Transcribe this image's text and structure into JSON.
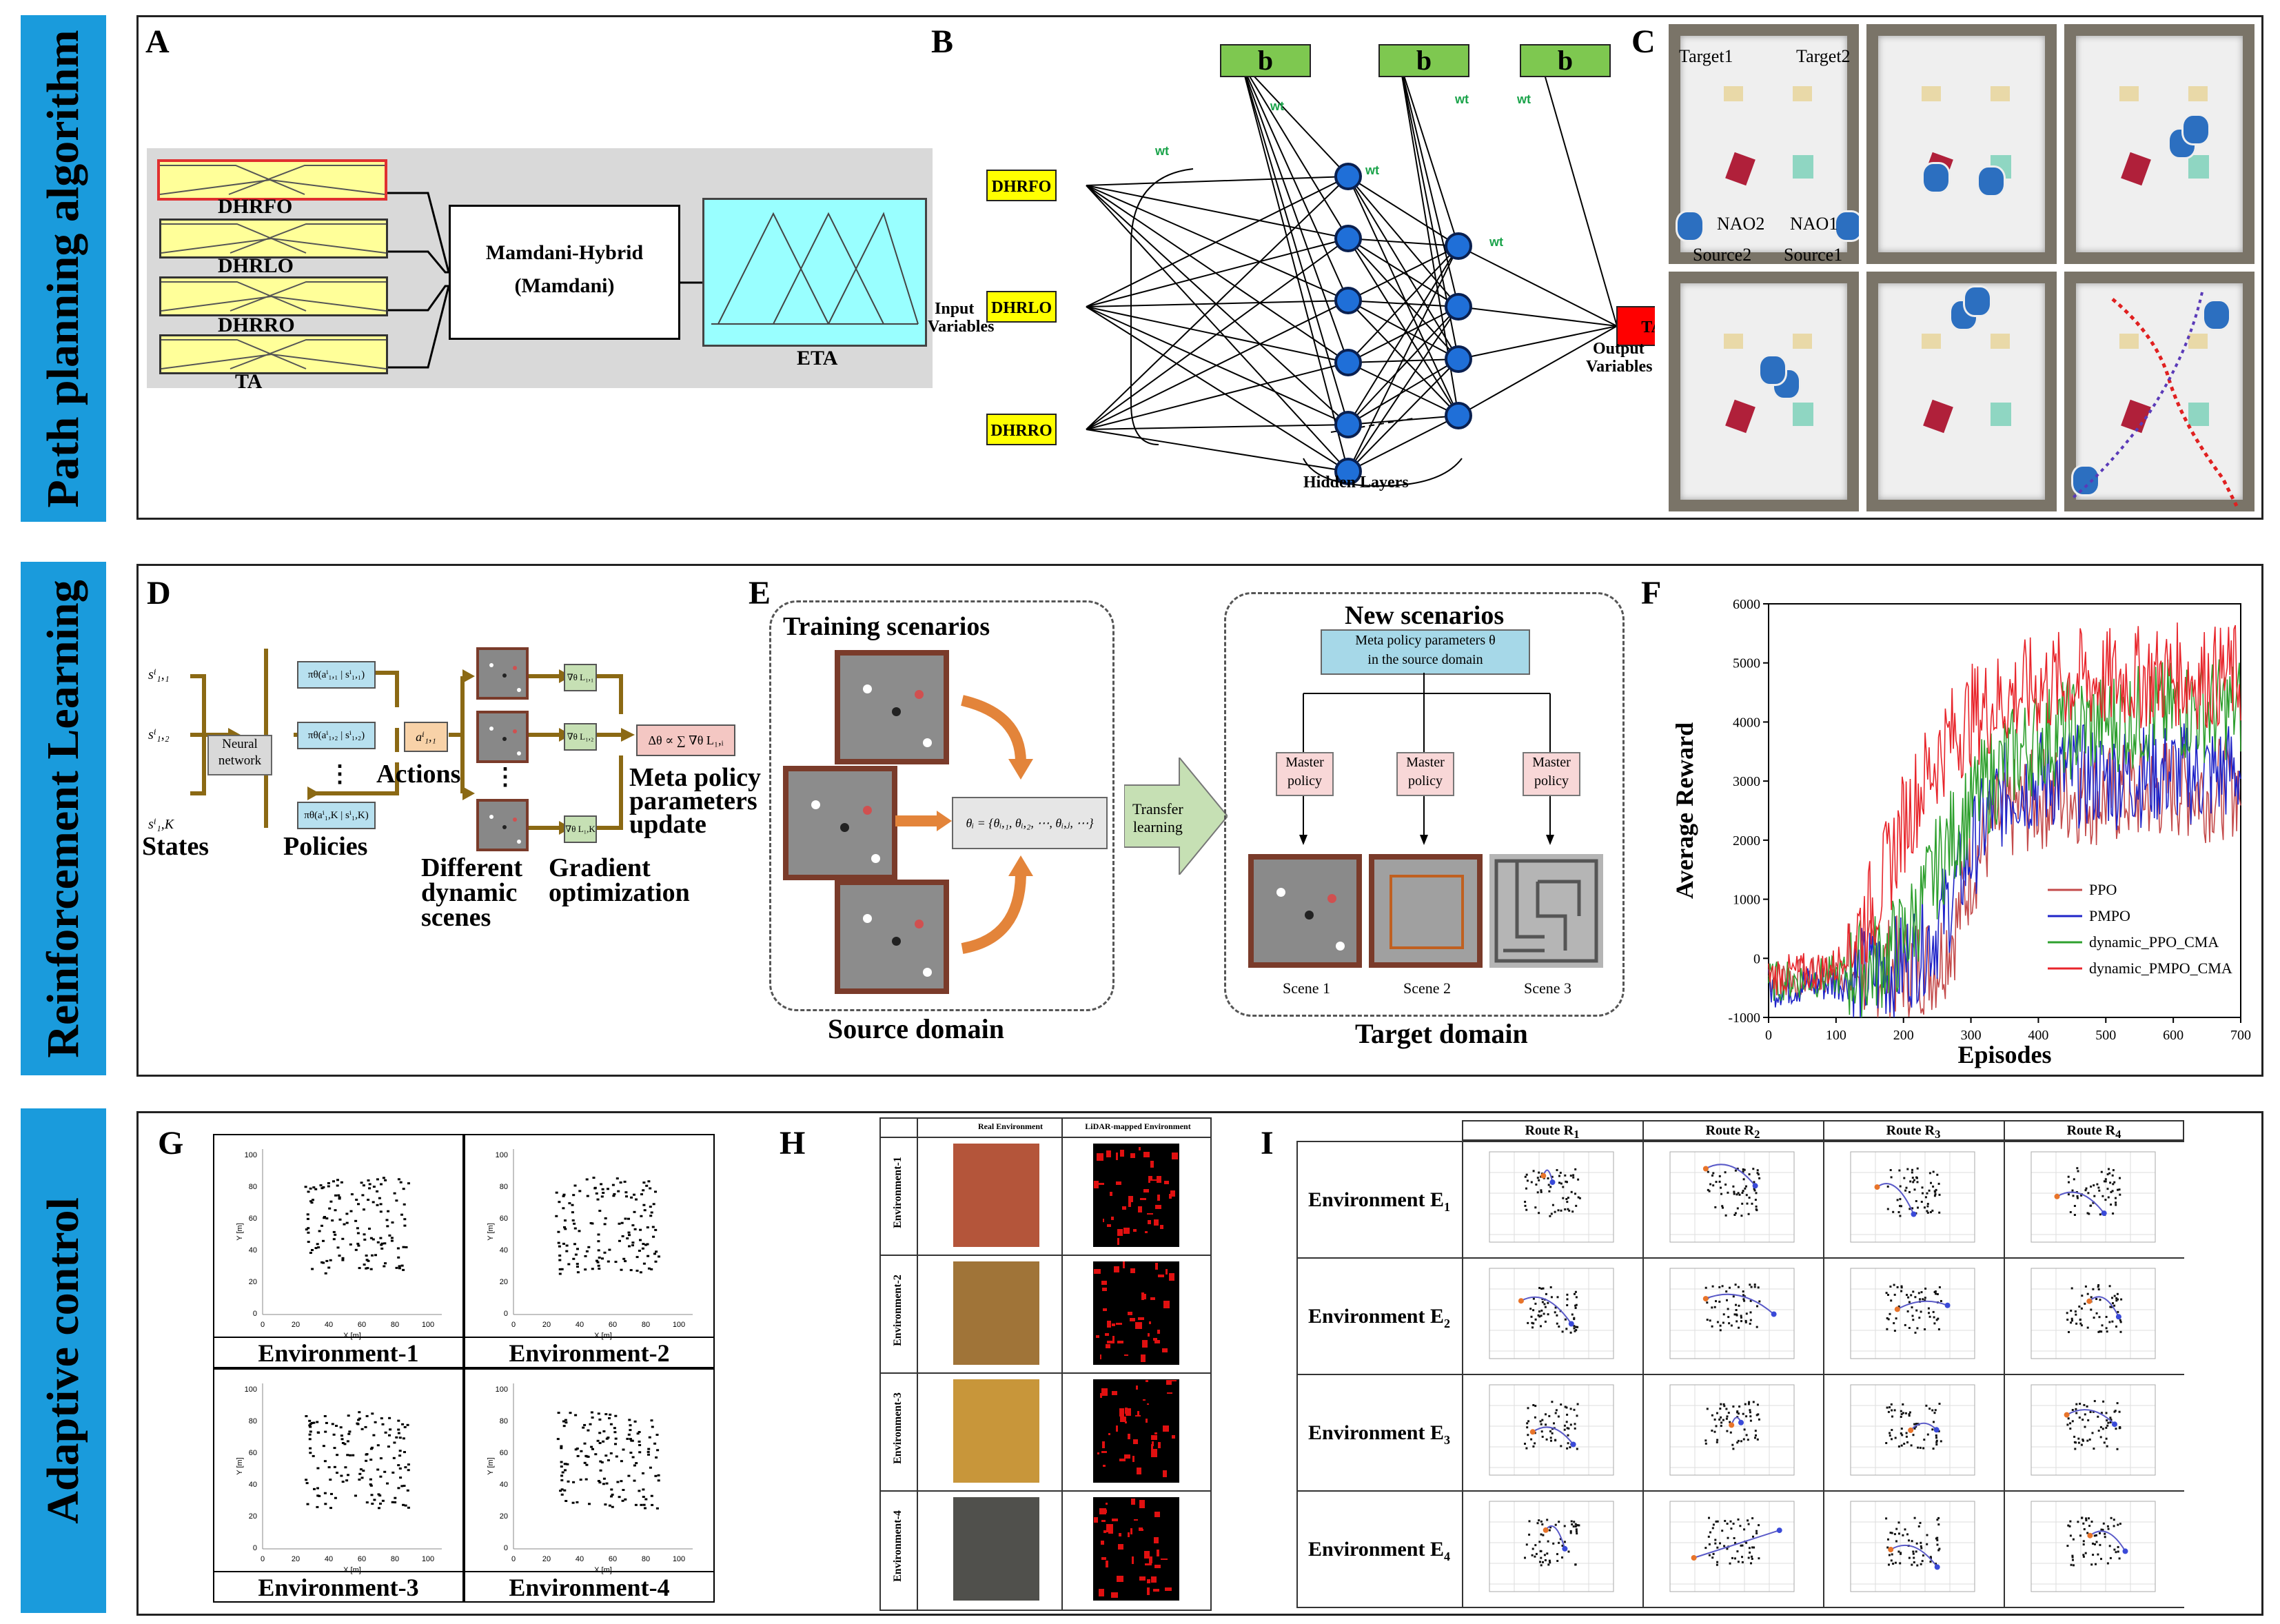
{
  "sections": {
    "path_planning": "Path planning algorithm",
    "reinforcement_learning": "Reinforcement Learning",
    "adaptive_control": "Adaptive control"
  },
  "panel_labels": {
    "A": "A",
    "B": "B",
    "C": "C",
    "D": "D",
    "E": "E",
    "F": "F",
    "G": "G",
    "H": "H",
    "I": "I"
  },
  "panelA": {
    "inputs": [
      "DHRFO",
      "DHRLO",
      "DHRRO",
      "TA"
    ],
    "controller_line1": "Mamdani-Hybrid",
    "controller_line2": "(Mamdani)",
    "output": "ETA"
  },
  "panelB": {
    "bias": "b",
    "weight": "wt",
    "inputs": [
      "DHRFO",
      "DHRLO",
      "DHRRO"
    ],
    "input_label_1": "Input",
    "input_label_2": "Variables",
    "output": "TA",
    "output_label_1": "Output",
    "output_label_2": "Variables",
    "hidden_label": "Hidden Layers"
  },
  "panelC": {
    "target1": "Target1",
    "target2": "Target2",
    "nao2": "NAO2",
    "nao1": "NAO1",
    "source2": "Source2",
    "source1": "Source1"
  },
  "panelD": {
    "states": "States",
    "neural_network_1": "Neural",
    "neural_network_2": "network",
    "policies": "Policies",
    "actions": "Actions",
    "different_1": "Different",
    "different_2": "dynamic",
    "different_3": "scenes",
    "gradient_1": "Gradient",
    "gradient_2": "optimization",
    "meta_1": "Meta policy",
    "meta_2": "parameters",
    "meta_3": "update",
    "state_vars": [
      "sⁱ₁,₁",
      "sⁱ₁,₂",
      "sⁱ₁,K"
    ],
    "policy_vars": [
      "πθ(aⁱ₁,₁ | sⁱ₁,₁)",
      "πθ(aⁱ₁,₂ | sⁱ₁,₂)",
      "πθ(aⁱ₁,K | sⁱ₁,K)"
    ],
    "action_var": "aⁱ₁,₁",
    "grad_vars": [
      "∇θ L₁,₁",
      "∇θ L₁,₂",
      "∇θ L₁,K"
    ],
    "meta_formula": "Δθ ∝ ∑ ∇θ L₁,ᵢ",
    "ellipsis": "⋮"
  },
  "panelE": {
    "training": "Training scenarios",
    "theta": "θᵢ = {θᵢ,₁, θᵢ,₂, ⋯, θᵢ,ⱼ, ⋯}",
    "transfer_1": "Transfer",
    "transfer_2": "learning",
    "source_domain": "Source domain",
    "new_scenarios": "New scenarios",
    "meta_box_1": "Meta policy parameters θ",
    "meta_box_2": "in the source domain",
    "master_1": "Master",
    "master_2": "policy",
    "scenes": [
      "Scene 1",
      "Scene 2",
      "Scene 3"
    ],
    "target_domain": "Target domain"
  },
  "panelG": {
    "envs": [
      "Environment-1",
      "Environment-2",
      "Environment-3",
      "Environment-4"
    ],
    "xaxis": "X [m]",
    "yaxis": "Y [m]"
  },
  "panelH": {
    "col1": "Real Environment",
    "col2": "LiDAR-mapped Environment",
    "rows": [
      "Environment-1",
      "Environment-2",
      "Environment-3",
      "Environment-4"
    ]
  },
  "panelI": {
    "routes": [
      "Route R",
      "Route R",
      "Route R",
      "Route R"
    ],
    "route_subs": [
      "1",
      "2",
      "3",
      "4"
    ],
    "envs": [
      "Environment E",
      "Environment E",
      "Environment E",
      "Environment E"
    ],
    "env_subs": [
      "1",
      "2",
      "3",
      "4"
    ]
  },
  "chart_data": {
    "type": "line",
    "title": "",
    "xlabel": "Episodes",
    "ylabel": "Average Reward",
    "xlim": [
      0,
      700
    ],
    "ylim": [
      -1000,
      6000
    ],
    "xticks": [
      0,
      100,
      200,
      300,
      400,
      500,
      600,
      700
    ],
    "yticks": [
      -1000,
      0,
      1000,
      2000,
      3000,
      4000,
      5000,
      6000
    ],
    "legend_position": "bottom-right",
    "series": [
      {
        "name": "PPO",
        "color": "#c44b4b",
        "x": [
          0,
          50,
          100,
          150,
          200,
          250,
          280,
          300,
          330,
          360,
          400,
          450,
          500,
          550,
          600,
          650,
          700
        ],
        "y": [
          -300,
          -350,
          -250,
          -200,
          -150,
          -50,
          600,
          1500,
          2200,
          2500,
          2700,
          2800,
          2750,
          2800,
          2900,
          2850,
          2950
        ]
      },
      {
        "name": "PMPO",
        "color": "#1f24c8",
        "x": [
          0,
          50,
          100,
          150,
          200,
          250,
          300,
          330,
          360,
          400,
          450,
          500,
          550,
          600,
          650,
          700
        ],
        "y": [
          -500,
          -450,
          -400,
          -300,
          -100,
          500,
          1800,
          2500,
          2900,
          3000,
          3100,
          3050,
          3100,
          3150,
          3100,
          3200
        ]
      },
      {
        "name": "dynamic_PPO_CMA",
        "color": "#2ea02e",
        "x": [
          0,
          50,
          100,
          150,
          200,
          230,
          260,
          300,
          350,
          400,
          450,
          500,
          550,
          600,
          650,
          700
        ],
        "y": [
          -400,
          -350,
          -300,
          -150,
          300,
          1000,
          1800,
          2600,
          3300,
          3700,
          3900,
          4000,
          4100,
          4200,
          4200,
          4250
        ]
      },
      {
        "name": "dynamic_PMPO_CMA",
        "color": "#e8252b",
        "x": [
          0,
          50,
          100,
          120,
          150,
          180,
          200,
          230,
          260,
          300,
          350,
          400,
          450,
          500,
          550,
          600,
          650,
          700
        ],
        "y": [
          -300,
          -250,
          -150,
          300,
          800,
          1600,
          2300,
          3000,
          3600,
          4100,
          4400,
          4600,
          4700,
          4700,
          4750,
          4800,
          4750,
          4800
        ]
      }
    ]
  }
}
